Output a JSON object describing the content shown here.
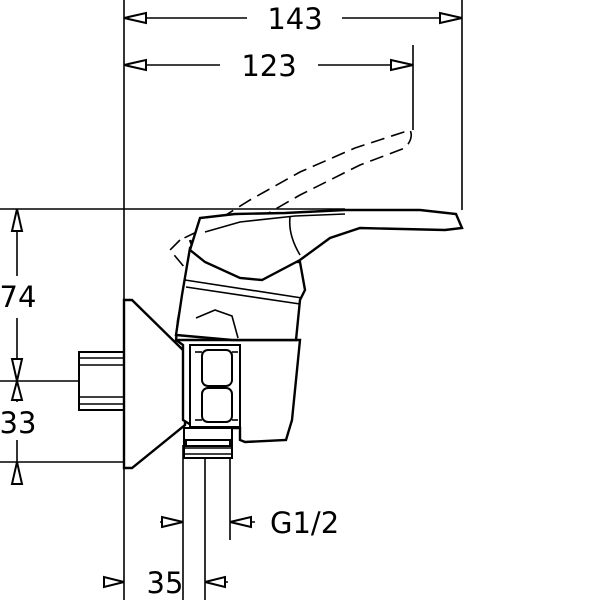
{
  "dimensions": {
    "overall_width": "143",
    "handle_width": "123",
    "height_upper": "74",
    "height_lower": "33",
    "offset": "35",
    "thread": "G1/2"
  }
}
